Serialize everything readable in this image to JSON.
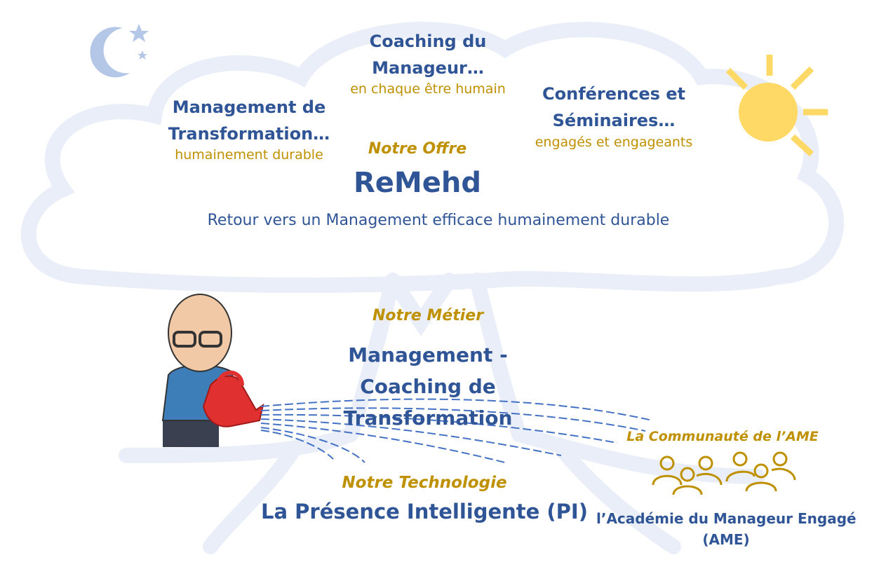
{
  "offer_items": [
    {
      "title_lines": [
        "Coaching du",
        "Manageur…"
      ],
      "subtitle": "en chaque être humain"
    },
    {
      "title_lines": [
        "Management de",
        "Transformation…"
      ],
      "subtitle": "humainement durable"
    },
    {
      "title_lines": [
        "Conférences et",
        "Séminaires…"
      ],
      "subtitle": "engagés et engageants"
    }
  ],
  "offer": {
    "label": "Notre Offre",
    "name": "ReMehd",
    "description": "Retour vers un Management efficace humainement durable"
  },
  "metier": {
    "label": "Notre Métier",
    "lines": [
      "Management -",
      "Coaching de",
      "Transformation"
    ]
  },
  "technologie": {
    "label": "Notre Technologie",
    "name": "La Présence Intelligente (PI)"
  },
  "communaute": {
    "label": "La Communauté  de l’AME",
    "lines": [
      "l’Académie du Manageur Engagé",
      "(AME)"
    ]
  },
  "colors": {
    "blue": "#2F5597",
    "gold": "#BF9000",
    "pale": "#E9EEF8",
    "sun": "#FFD966",
    "moon": "#B4C7E7"
  }
}
